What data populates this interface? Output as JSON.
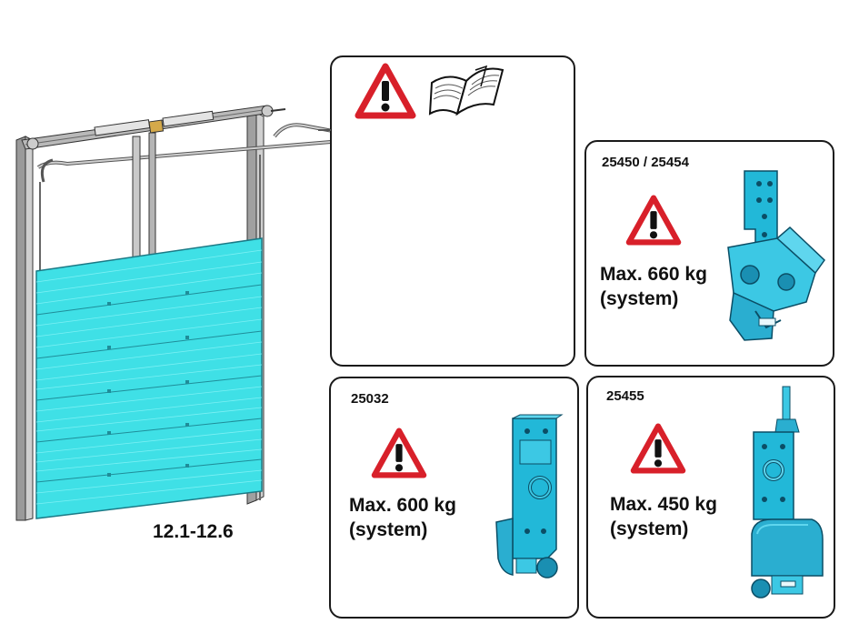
{
  "door": {
    "section_range": "12.1-12.6"
  },
  "panels": {
    "notice": {
      "icons": [
        "warning-triangle-icon",
        "open-book-icon"
      ]
    },
    "p25450": {
      "code": "25450 / 25454",
      "weight": "Max. 660 kg",
      "note": "(system)"
    },
    "p25032": {
      "code": "25032",
      "weight": "Max. 600 kg",
      "note": "(system)"
    },
    "p25455": {
      "code": "25455",
      "weight": "Max. 450 kg",
      "note": "(system)"
    }
  },
  "colors": {
    "panel_cyan": "#3fe0e6",
    "bracket_cyan": "#22b8d8",
    "warning_red": "#d8202a",
    "frame_gray": "#8c8c8c"
  }
}
